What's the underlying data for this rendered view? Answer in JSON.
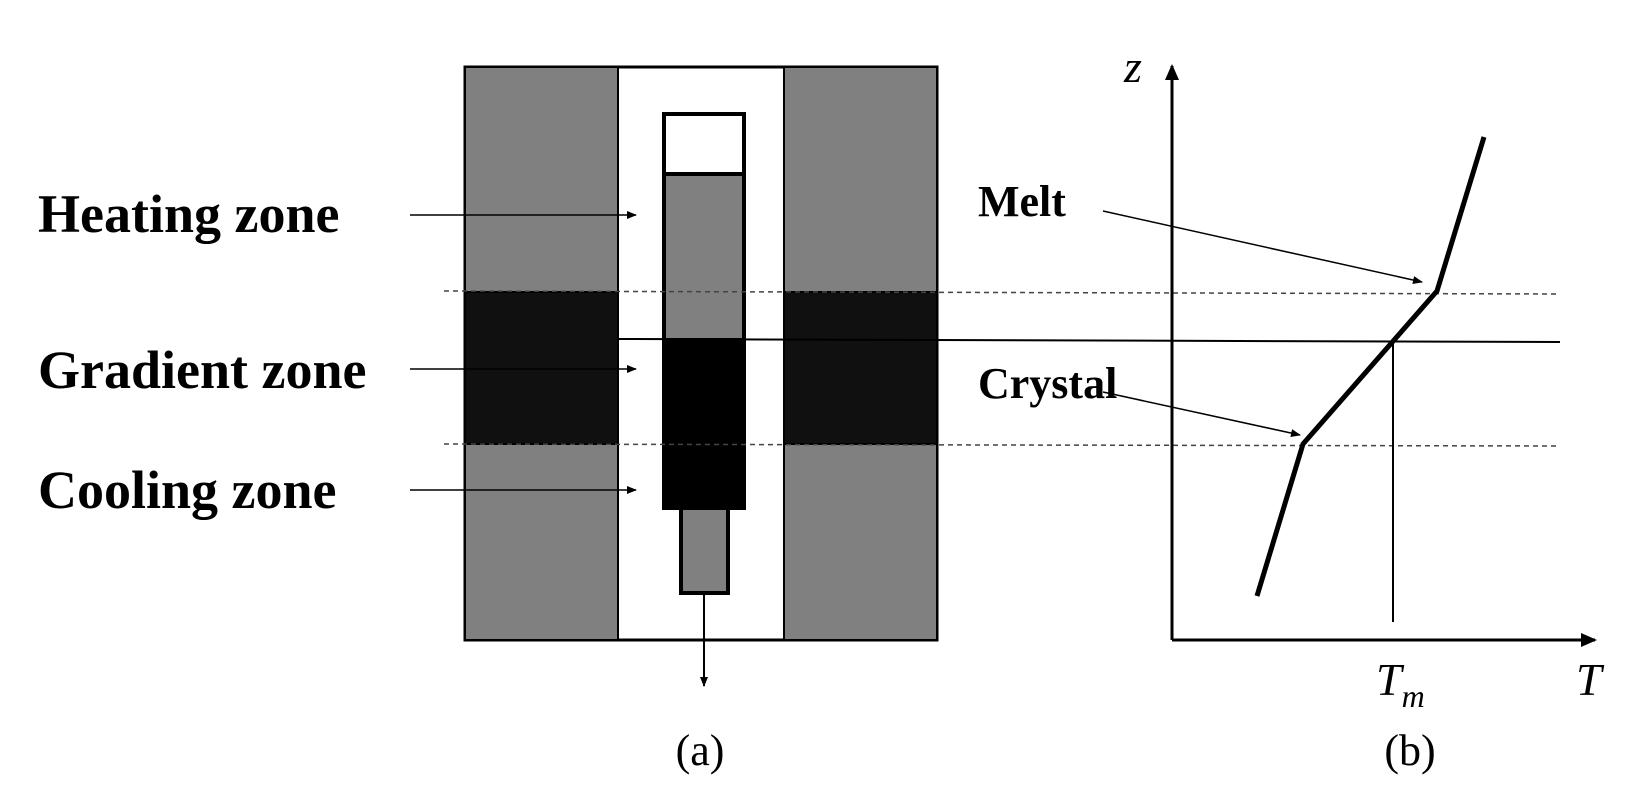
{
  "panel_a": {
    "labels": {
      "heating": "Heating zone",
      "gradient": "Gradient zone",
      "cooling": "Cooling zone"
    },
    "caption": "(a)"
  },
  "panel_b": {
    "labels": {
      "melt": "Melt",
      "crystal": "Crystal"
    },
    "axis": {
      "vertical": "z",
      "horizontal": "T",
      "tm_main": "T",
      "tm_sub": "m"
    },
    "caption": "(b)"
  },
  "colors": {
    "furnace_gray": "#808080",
    "gradient_dark": "#101010",
    "crystal_black": "#000000",
    "line": "#000000",
    "background": "#ffffff"
  }
}
